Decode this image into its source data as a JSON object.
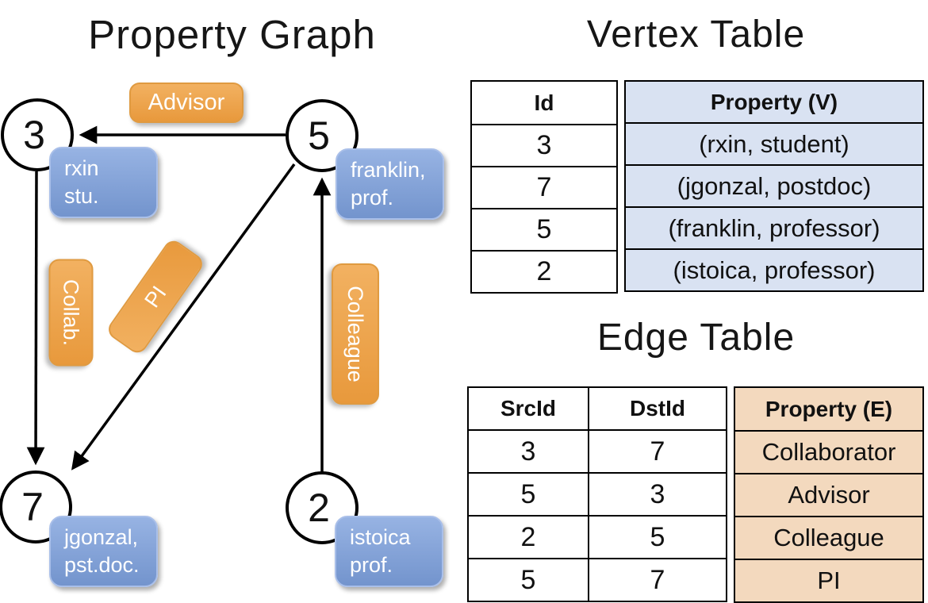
{
  "graph": {
    "title": "Property Graph",
    "nodes": [
      {
        "id": "3",
        "line1": "rxin",
        "line2": "stu."
      },
      {
        "id": "5",
        "line1": "franklin,",
        "line2": "prof."
      },
      {
        "id": "7",
        "line1": "jgonzal,",
        "line2": "pst.doc."
      },
      {
        "id": "2",
        "line1": "istoica",
        "line2": "prof."
      }
    ],
    "edge_labels": {
      "advisor": "Advisor",
      "collab": "Collab.",
      "pi": "PI",
      "colleague": "Colleague"
    }
  },
  "vertex_table": {
    "title": "Vertex Table",
    "columns": {
      "id": "Id",
      "property": "Property (V)"
    },
    "rows": [
      {
        "id": "3",
        "property": "(rxin, student)"
      },
      {
        "id": "7",
        "property": "(jgonzal, postdoc)"
      },
      {
        "id": "5",
        "property": "(franklin, professor)"
      },
      {
        "id": "2",
        "property": "(istoica, professor)"
      }
    ]
  },
  "edge_table": {
    "title": "Edge Table",
    "columns": {
      "src": "SrcId",
      "dst": "DstId",
      "property": "Property (E)"
    },
    "rows": [
      {
        "src": "3",
        "dst": "7",
        "property": "Collaborator"
      },
      {
        "src": "5",
        "dst": "3",
        "property": "Advisor"
      },
      {
        "src": "2",
        "dst": "5",
        "property": "Colleague"
      },
      {
        "src": "5",
        "dst": "7",
        "property": "PI"
      }
    ]
  },
  "colors": {
    "edge_label_orange": "#E8993C",
    "vertex_box_blue": "#7D9DD3",
    "vertex_cell_blue": "#D9E2F2",
    "edge_cell_peach": "#F3D9BE",
    "line_black": "#000000"
  }
}
